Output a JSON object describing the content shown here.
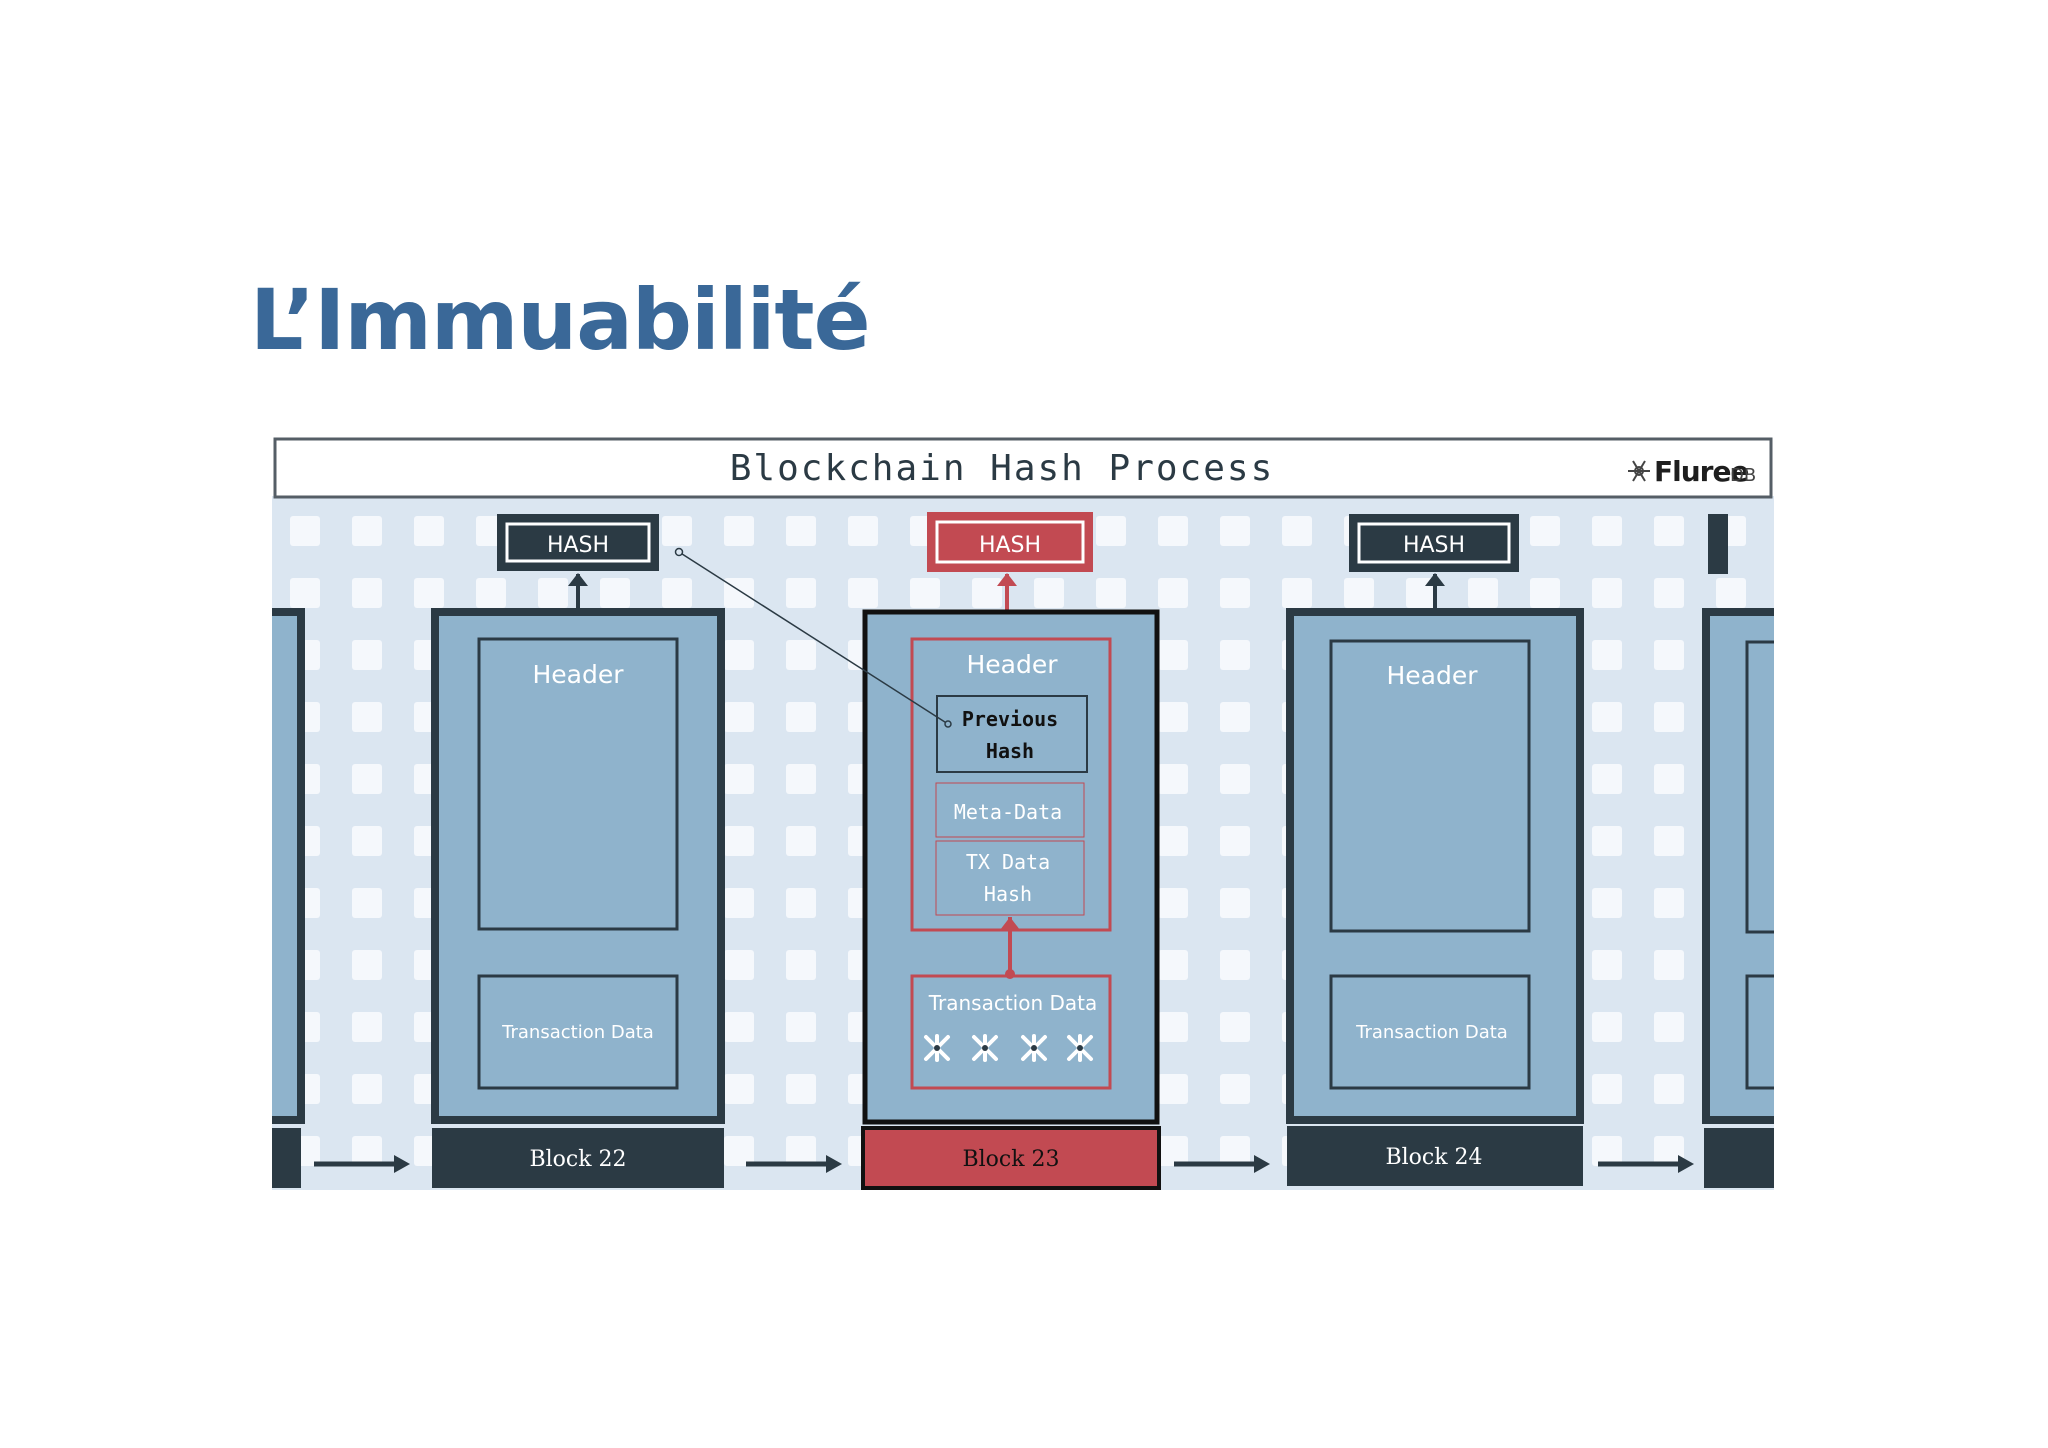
{
  "slide": {
    "title": "L’Immuabilité"
  },
  "diagram": {
    "title": "Blockchain Hash Process",
    "logo_text": "Fluree",
    "logo_suffix": "DB",
    "hash_label": "HASH",
    "header_label": "Header",
    "transaction_label": "Transaction Data",
    "previous_hash_line1": "Previous",
    "previous_hash_line2": "Hash",
    "meta_data_label": "Meta-Data",
    "tx_hash_line1": "TX Data",
    "tx_hash_line2": "Hash",
    "blocks": [
      {
        "label": "Block 22"
      },
      {
        "label": "Block 23"
      },
      {
        "label": "Block 24"
      }
    ]
  },
  "colors": {
    "title": "#3a6898",
    "dark": "#2b3a44",
    "block_fill": "#8fb3cc",
    "highlight": "#c24a52",
    "pattern_bg": "#dbe6f1",
    "pattern_tile": "#f5f8fc"
  },
  "icons": {
    "arrow": "right-arrow-icon",
    "logo": "fluree-logo-icon",
    "transaction": "x-star-icon"
  }
}
